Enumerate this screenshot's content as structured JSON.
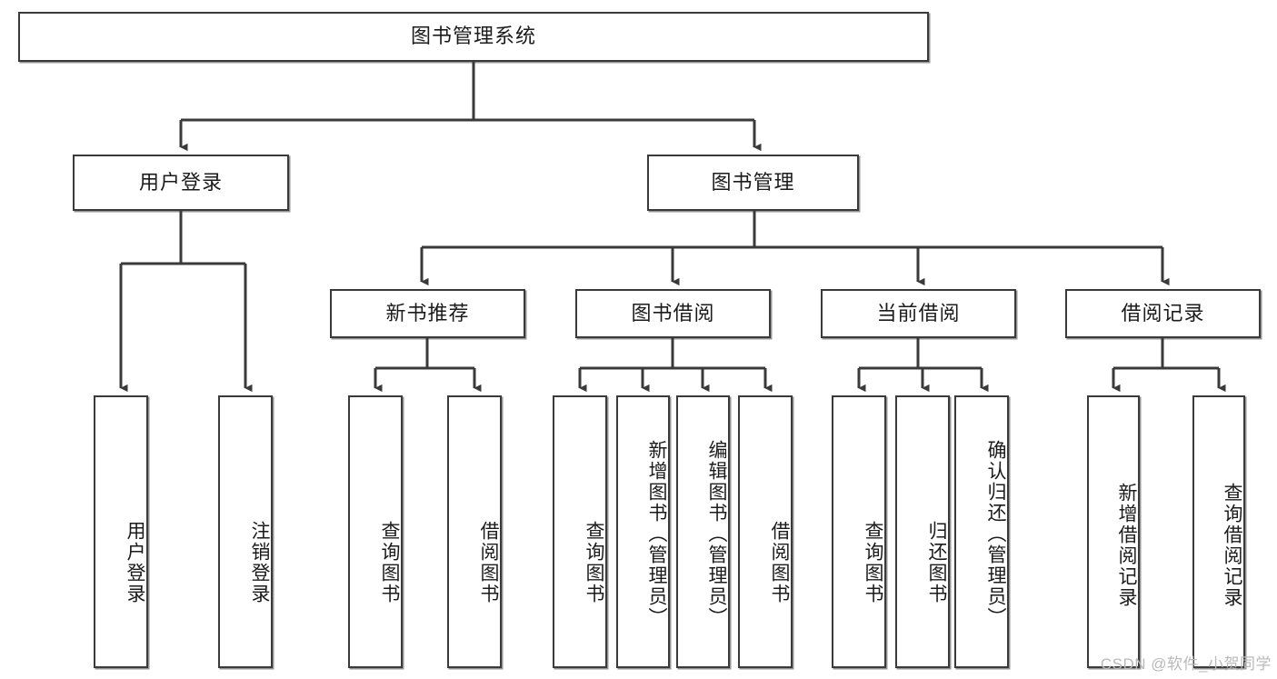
{
  "diagram": {
    "type": "tree-hierarchy",
    "title": "图书管理系统",
    "watermark": "CSDN @软件_小贺同学",
    "colors": {
      "box_border": "#3a3a3a",
      "box_fill": "#ffffff",
      "edge": "#3a3a3a",
      "text": "#1b1b1b",
      "watermark": "#b9b9b9"
    },
    "root": {
      "label": "图书管理系统"
    },
    "level2": [
      {
        "label": "用户登录"
      },
      {
        "label": "图书管理"
      }
    ],
    "level3": [
      {
        "label": "新书推荐"
      },
      {
        "label": "图书借阅"
      },
      {
        "label": "当前借阅"
      },
      {
        "label": "借阅记录"
      }
    ],
    "leaves": {
      "user_login": [
        {
          "label": "用户登录"
        },
        {
          "label": "注销登录"
        }
      ],
      "new_book_recommend": [
        {
          "label": "查询图书"
        },
        {
          "label": "借阅图书"
        }
      ],
      "book_borrow": [
        {
          "label": "查询图书"
        },
        {
          "label": "新增图书（管理员）"
        },
        {
          "label": "编辑图书（管理员）"
        },
        {
          "label": "借阅图书"
        }
      ],
      "current_borrow": [
        {
          "label": "查询图书"
        },
        {
          "label": "归还图书"
        },
        {
          "label": "确认归还（管理员）"
        }
      ],
      "borrow_record": [
        {
          "label": "新增借阅记录"
        },
        {
          "label": "查询借阅记录"
        }
      ]
    }
  }
}
